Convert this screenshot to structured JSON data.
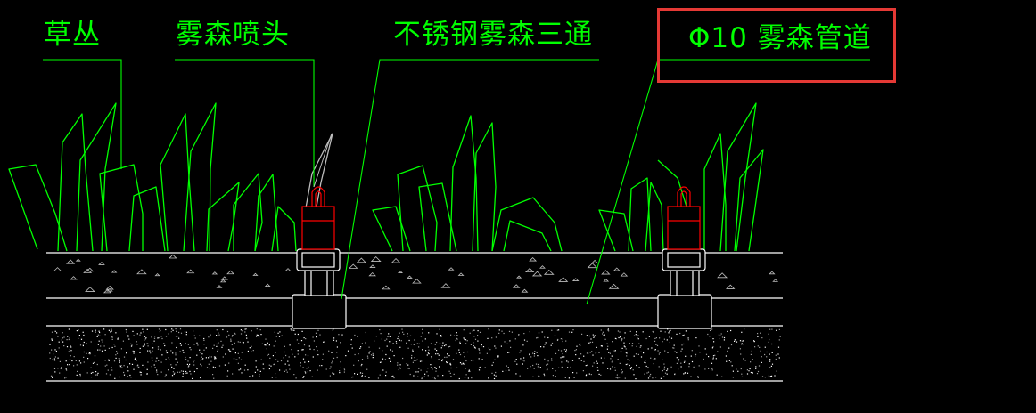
{
  "labels": {
    "grass": "草丛",
    "mist_nozzle": "雾森喷头",
    "tee": "不锈钢雾森三通",
    "pipe": "Φ10 雾森管道"
  },
  "colors": {
    "background": "#000000",
    "annotation": "#00ff00",
    "nozzle": "#ff0000",
    "outline": "#ffffff",
    "highlight_box": "#e53935",
    "leader": "#c8c8c8"
  }
}
